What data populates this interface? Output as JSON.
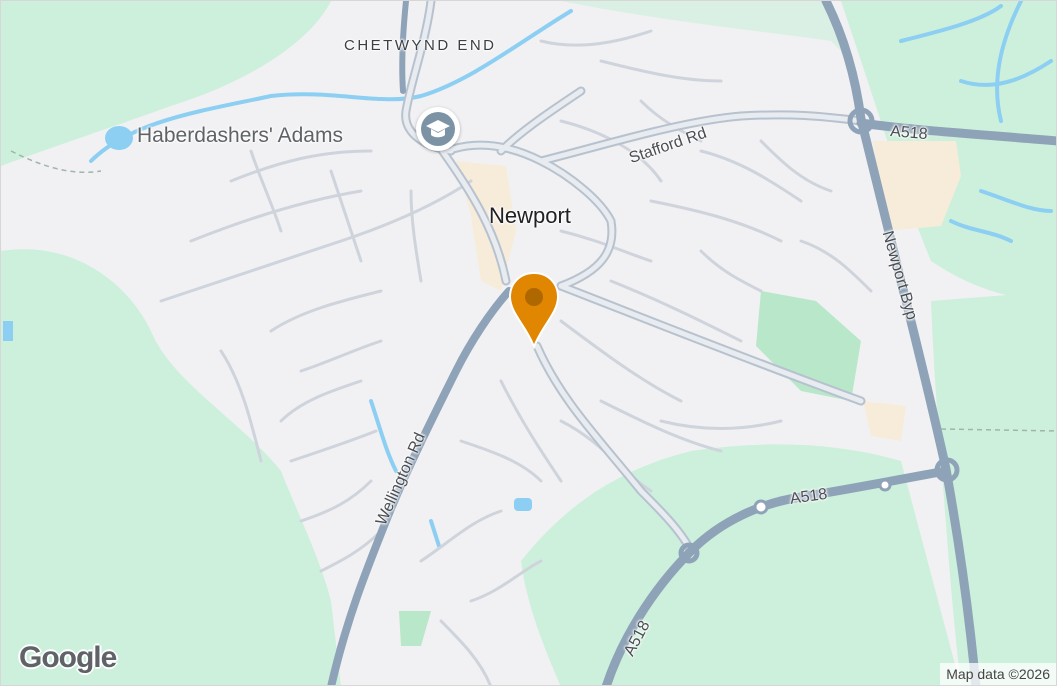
{
  "map": {
    "area_label": "CHETWYND END",
    "place_label": "Newport",
    "poi_label": "Haberdashers' Adams",
    "poi_icon": "school-icon",
    "roads": {
      "stafford": "Stafford Rd",
      "a518_ne": "A518",
      "newport_byp": "Newport Byp",
      "wellington": "Wellington Rd",
      "a518_se": "A518",
      "a518_s": "A518"
    },
    "marker_icon": "location-pin-icon",
    "marker_color": "#e08600",
    "logo": "Google",
    "attribution": "Map data ©2026"
  },
  "colors": {
    "land": "#f1f1f3",
    "park": "#cdf0dc",
    "water": "#8ccff2",
    "major_road": "#8fa3b8",
    "minor_road": "#c8ced8"
  }
}
